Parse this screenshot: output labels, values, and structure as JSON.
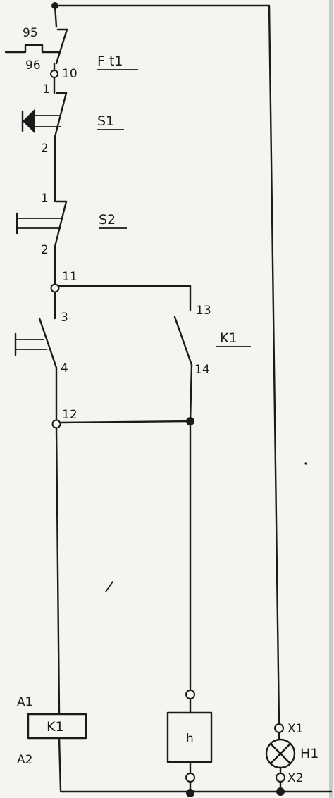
{
  "terminals": {
    "t95": "95",
    "t96": "96",
    "t10": "10",
    "t11": "11",
    "t12": "12",
    "x1": "X1",
    "x2": "X2"
  },
  "devices": {
    "overload": {
      "name": "F t1"
    },
    "stop_button": {
      "name": "S1",
      "pin_top": "1",
      "pin_bottom": "2"
    },
    "stop_button_2": {
      "name": "S2",
      "pin_top": "1",
      "pin_bottom": "2"
    },
    "start_button": {
      "pin_top": "3",
      "pin_bottom": "4"
    },
    "contactor_aux": {
      "name": "K1",
      "pin_top": "13",
      "pin_bottom": "14"
    },
    "contactor_coil": {
      "name": "K1",
      "pin_top": "A1",
      "pin_bottom": "A2"
    },
    "hour_meter": {
      "name": "h"
    },
    "lamp": {
      "name": "H1"
    }
  }
}
